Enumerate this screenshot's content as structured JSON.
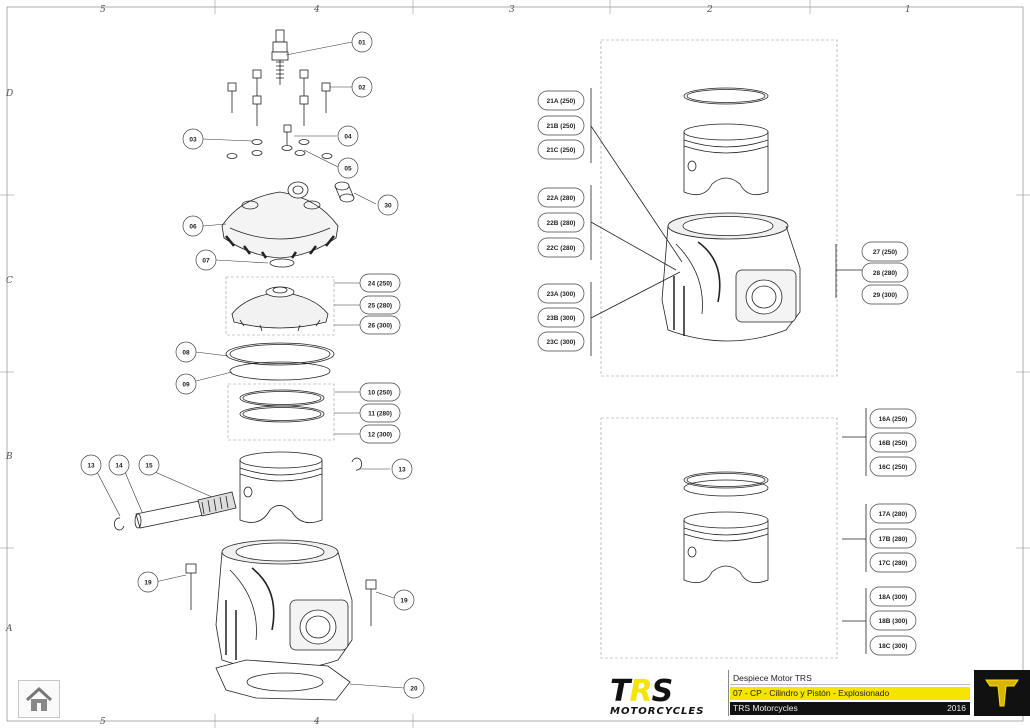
{
  "frame": {
    "columns_top": [
      "5",
      "4",
      "3",
      "2",
      "1"
    ],
    "columns_bottom": [
      "5",
      "4"
    ],
    "rows": [
      "D",
      "C",
      "B",
      "A"
    ]
  },
  "callouts": {
    "c01": "01",
    "c02": "02",
    "c03": "03",
    "c04": "04",
    "c05": "05",
    "c06": "06",
    "c30": "30",
    "c07": "07",
    "c24": "24 (250)",
    "c25": "25 (280)",
    "c26": "26 (300)",
    "c08": "08",
    "c09": "09",
    "c10": "10 (250)",
    "c11": "11 (280)",
    "c12": "12 (300)",
    "c13a": "13",
    "c14": "14",
    "c15": "15",
    "c13b": "13",
    "c19a": "19",
    "c19b": "19",
    "c20": "20",
    "c21a": "21A (250)",
    "c21b": "21B (250)",
    "c21c": "21C (250)",
    "c22a": "22A (280)",
    "c22b": "22B (280)",
    "c22c": "22C (280)",
    "c23a": "23A (300)",
    "c23b": "23B (300)",
    "c23c": "23C (300)",
    "c27": "27 (250)",
    "c28": "28 (280)",
    "c29": "29 (300)",
    "c16a": "16A (250)",
    "c16b": "16B (250)",
    "c16c": "16C (250)",
    "c17a": "17A (280)",
    "c17b": "17B (280)",
    "c17c": "17C (280)",
    "c18a": "18A (300)",
    "c18b": "18B (300)",
    "c18c": "18C (300)"
  },
  "title_block": {
    "logo": "TRS",
    "logo_sub": "MOTORCYCLES",
    "line1": "Despiece Motor TRS",
    "line2": "07 - CP - Cilindro y Pistón - Explosionado",
    "line3": "TRS Motorcycles",
    "year": "2016",
    "accent_color": "#f4e400"
  },
  "nav": {
    "home_icon": "home-icon"
  }
}
